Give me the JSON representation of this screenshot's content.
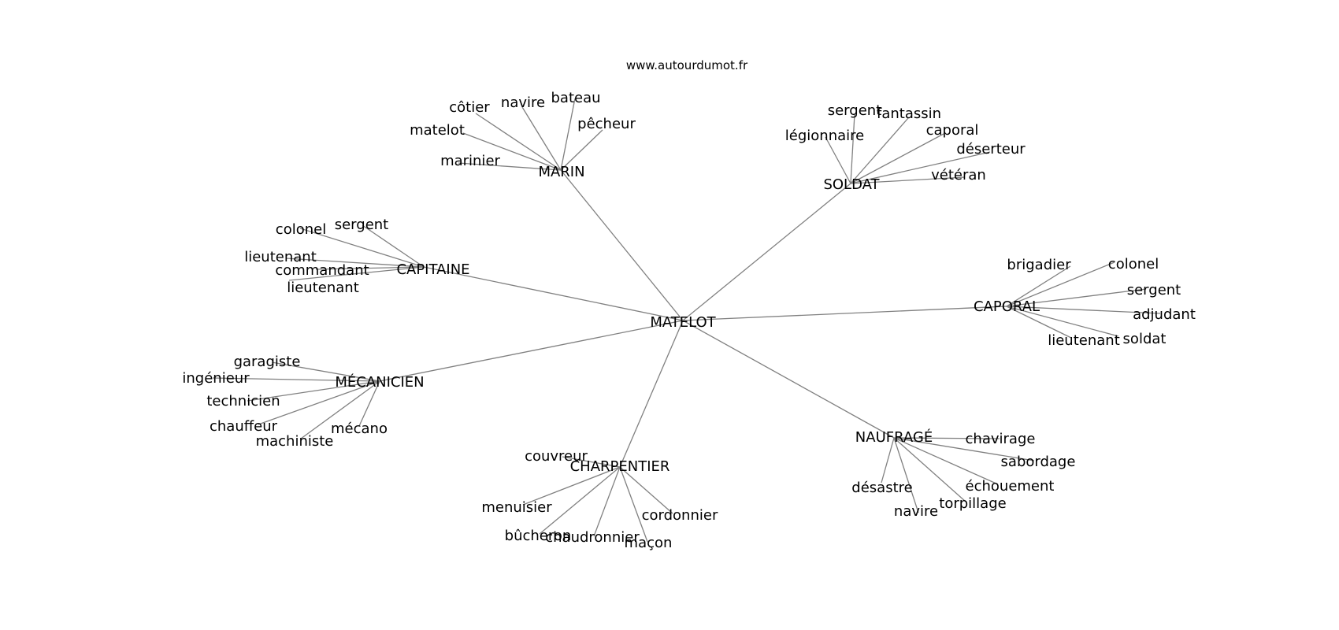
{
  "site": "www.autourdumot.fr",
  "center": "MATELOT",
  "clusters": [
    {
      "hub": "MARIN",
      "words": [
        "marinier",
        "matelot",
        "côtier",
        "navire",
        "bateau",
        "pêcheur"
      ]
    },
    {
      "hub": "SOLDAT",
      "words": [
        "légionnaire",
        "sergent",
        "fantassin",
        "caporal",
        "déserteur",
        "vétéran"
      ]
    },
    {
      "hub": "CAPITAINE",
      "words": [
        "colonel",
        "sergent",
        "lieutenant",
        "commandant",
        "lieutenant"
      ]
    },
    {
      "hub": "CAPORAL",
      "words": [
        "brigadier",
        "colonel",
        "sergent",
        "adjudant",
        "soldat",
        "lieutenant"
      ]
    },
    {
      "hub": "MÉCANICIEN",
      "words": [
        "garagiste",
        "ingénieur",
        "technicien",
        "chauffeur",
        "machiniste",
        "mécano"
      ]
    },
    {
      "hub": "CHARPENTIER",
      "words": [
        "couvreur",
        "menuisier",
        "bûcheron",
        "chaudronnier",
        "maçon",
        "cordonnier"
      ]
    },
    {
      "hub": "NAUFRAGÉ",
      "words": [
        "chavirage",
        "sabordage",
        "échouement",
        "torpillage",
        "navire",
        "désastre"
      ]
    }
  ]
}
